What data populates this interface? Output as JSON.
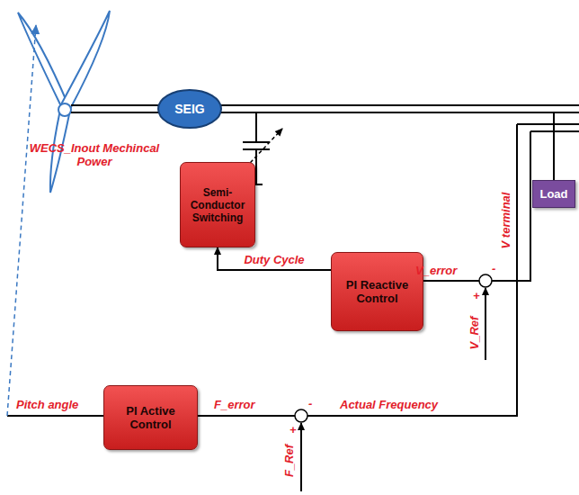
{
  "diagram": {
    "nodes": [
      {
        "text": [
          "SEIG"
        ]
      },
      {
        "text": [
          "Semi- Conductor Switching"
        ]
      },
      {
        "text": [
          "PI Reactive Control"
        ]
      },
      {
        "text": [
          "Load"
        ]
      },
      {
        "text": [
          "PI Active Control"
        ]
      }
    ],
    "edges": [
      {
        "from": 2,
        "to": 1,
        "arrow": "to",
        "label": "Duty Cycle"
      },
      {
        "from": 0,
        "to": 3,
        "arrow": "none"
      }
    ],
    "labels": [
      "WECS_Inout Mechincal Power",
      "V terminal",
      "V_error",
      "-",
      "+",
      "V_Ref",
      "Pitch angle",
      "F_error",
      "Actual Frequency",
      "-",
      "+",
      "F_Ref"
    ]
  }
}
